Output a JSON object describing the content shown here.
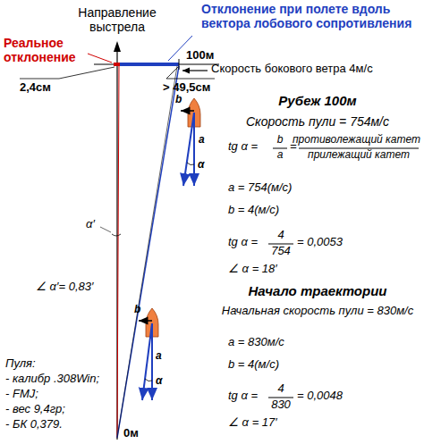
{
  "diagram": {
    "labels": [
      "Направление выстрела",
      "Отклонение при полете вдоль вектора лобового сопротивления",
      "Реальное отклонение",
      "100м",
      "Скорость бокового ветра 4м/с",
      "2,4см",
      "> 49,5см",
      "Рубеж 100м",
      "Скорость пули = 754м/с",
      "b",
      "a",
      "α",
      "tg α =",
      "b",
      "a",
      "=",
      "противолежащий катет",
      "прилежащий катет",
      "a = 754(м/с)",
      "b = 4(м/с)",
      "tg α =",
      "4",
      "754",
      "= 0,0053",
      "∠ α = 18′",
      "α′",
      "∠ α′= 0,83′",
      "Начало траектории",
      "Начальная скорость пули = 830м/с",
      "b",
      "a",
      "α",
      "a = 830м/с",
      "b = 4(м/с)",
      "tg α =",
      "4",
      "830",
      "= 0,0048",
      "∠ α = 17′",
      "Пуля:",
      "- калибр .308Win;",
      "- FMJ;",
      "- вес 9,4гр;",
      "- БК 0,379.",
      "0м"
    ]
  }
}
